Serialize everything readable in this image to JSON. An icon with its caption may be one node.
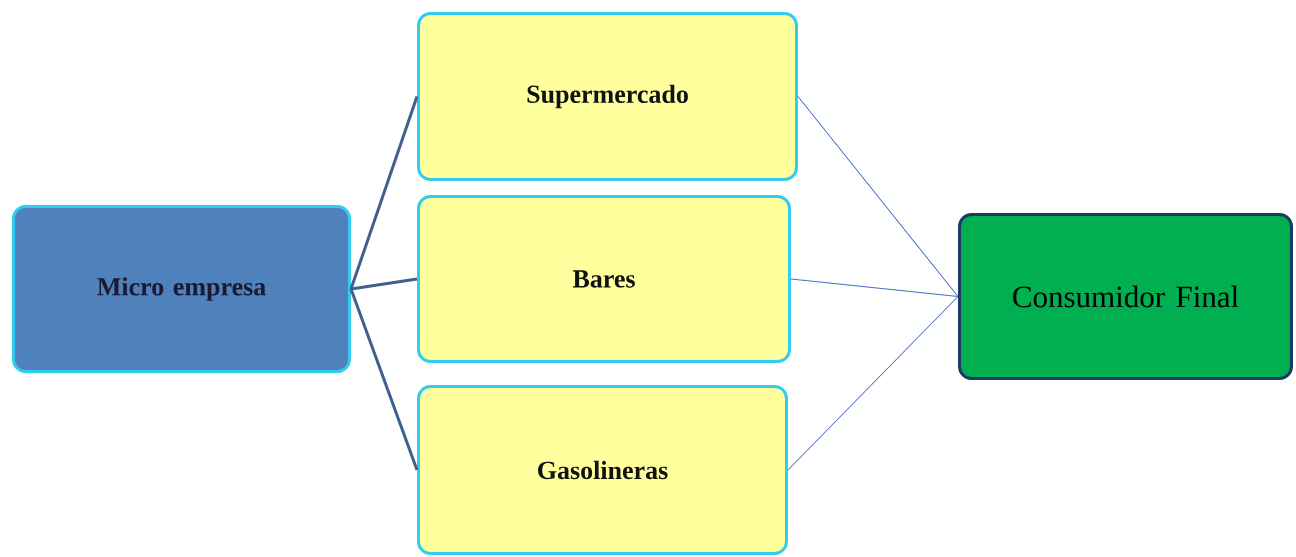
{
  "diagram": {
    "nodes": [
      {
        "text": [
          "Micro empresa"
        ]
      },
      {
        "text": [
          "Supermercado"
        ]
      },
      {
        "text": [
          "Bares"
        ]
      },
      {
        "text": [
          "Gasolineras"
        ]
      },
      {
        "text": [
          "Consumidor Final"
        ]
      }
    ],
    "edges": [
      {
        "from": 0,
        "to": 1,
        "arrow": "none",
        "style": "thick",
        "color": "#3f5f8f"
      },
      {
        "from": 0,
        "to": 2,
        "arrow": "none",
        "style": "thick",
        "color": "#3f5f8f"
      },
      {
        "from": 0,
        "to": 3,
        "arrow": "none",
        "style": "thick",
        "color": "#3f5f8f"
      },
      {
        "from": 1,
        "to": 4,
        "arrow": "none"
      },
      {
        "from": 2,
        "to": 4,
        "arrow": "none"
      },
      {
        "from": 3,
        "to": 4,
        "arrow": "none"
      }
    ]
  }
}
